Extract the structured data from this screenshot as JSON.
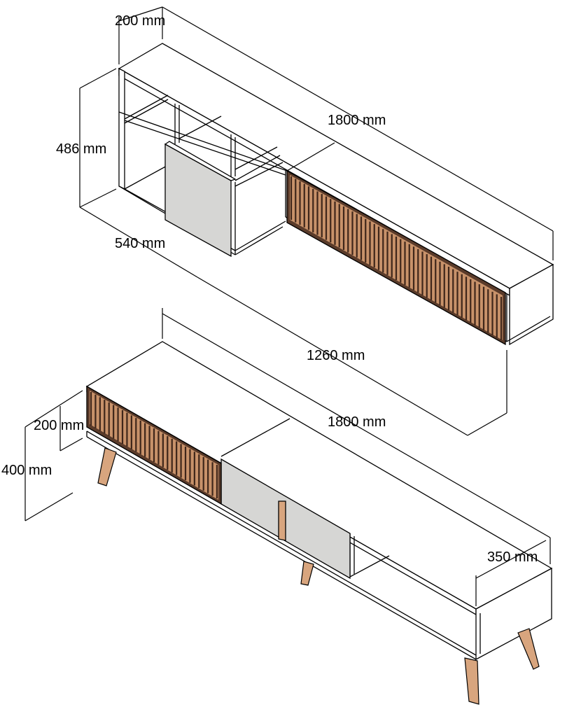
{
  "wall_unit": {
    "depth_label": "200 mm",
    "width_label": "1800 mm",
    "height_label": "486 mm",
    "shelf_width_label": "540 mm"
  },
  "tv_stand": {
    "offset_label": "1260 mm",
    "width_label": "1800 mm",
    "drawer_height_label": "200 mm",
    "height_label": "400 mm",
    "depth_label": "350 mm"
  },
  "colors": {
    "line": "#000000",
    "body": "#ffffff",
    "slat_light": "#c8926a",
    "slat_dark": "#5a3b2a",
    "door_grey": "#d6d6d4",
    "leg": "#d8a57e"
  }
}
